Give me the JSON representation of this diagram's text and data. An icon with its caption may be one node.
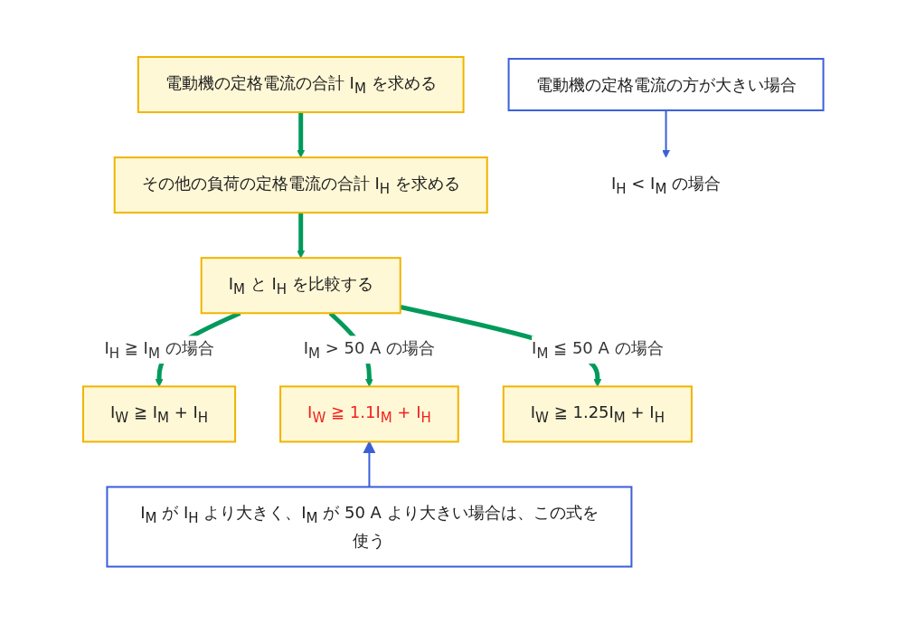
{
  "diagram": {
    "nodes": [
      {
        "text": [
          "電動機の定格電流の合計 I$_{M}$ を求める"
        ]
      },
      {
        "text": [
          "その他の負荷の定格電流の合計 I$_{H}$ を求める"
        ]
      },
      {
        "text": [
          "I$_{M}$ と I$_{H}$ を比較する"
        ]
      },
      {
        "text": [
          "I$_{H}$ < I$_{M}$ の場合"
        ]
      },
      {
        "text": [
          "電動機の定格電流の方が大きい場合"
        ]
      },
      {
        "text": [
          "I$_{W}$ ≧ I$_{M}$ + I$_{H}$"
        ]
      },
      {
        "text": [
          "I$_{W}$ ≧ 1.1I$_{M}$ + I$_{H}$"
        ]
      },
      {
        "text": [
          "I$_{W}$ ≧ 1.25I$_{M}$ + I$_{H}$"
        ]
      },
      {
        "text": [
          "I$_{M}$ が I$_{H}$ より大きく、I$_{M}$ が 50 A より大きい場合は、この式を使う"
        ]
      }
    ],
    "edges": [
      {
        "from": 0,
        "to": 1,
        "arrow": "to"
      },
      {
        "from": 1,
        "to": 2,
        "arrow": "to"
      },
      {
        "from": 2,
        "to": 5,
        "arrow": "to",
        "label": "I$_{H}$ ≧ I$_{M}$ の場合"
      },
      {
        "from": 2,
        "to": 6,
        "arrow": "to",
        "label": "I$_{M}$ > 50 A の場合"
      },
      {
        "from": 2,
        "to": 7,
        "arrow": "to",
        "label": "I$_{M}$ ≦ 50 A の場合"
      },
      {
        "from": 4,
        "to": 3,
        "arrow": "to",
        "color": "#3a5fd9"
      },
      {
        "from": 8,
        "to": 6,
        "arrow": "to",
        "color": "#3a5fd9"
      }
    ]
  }
}
